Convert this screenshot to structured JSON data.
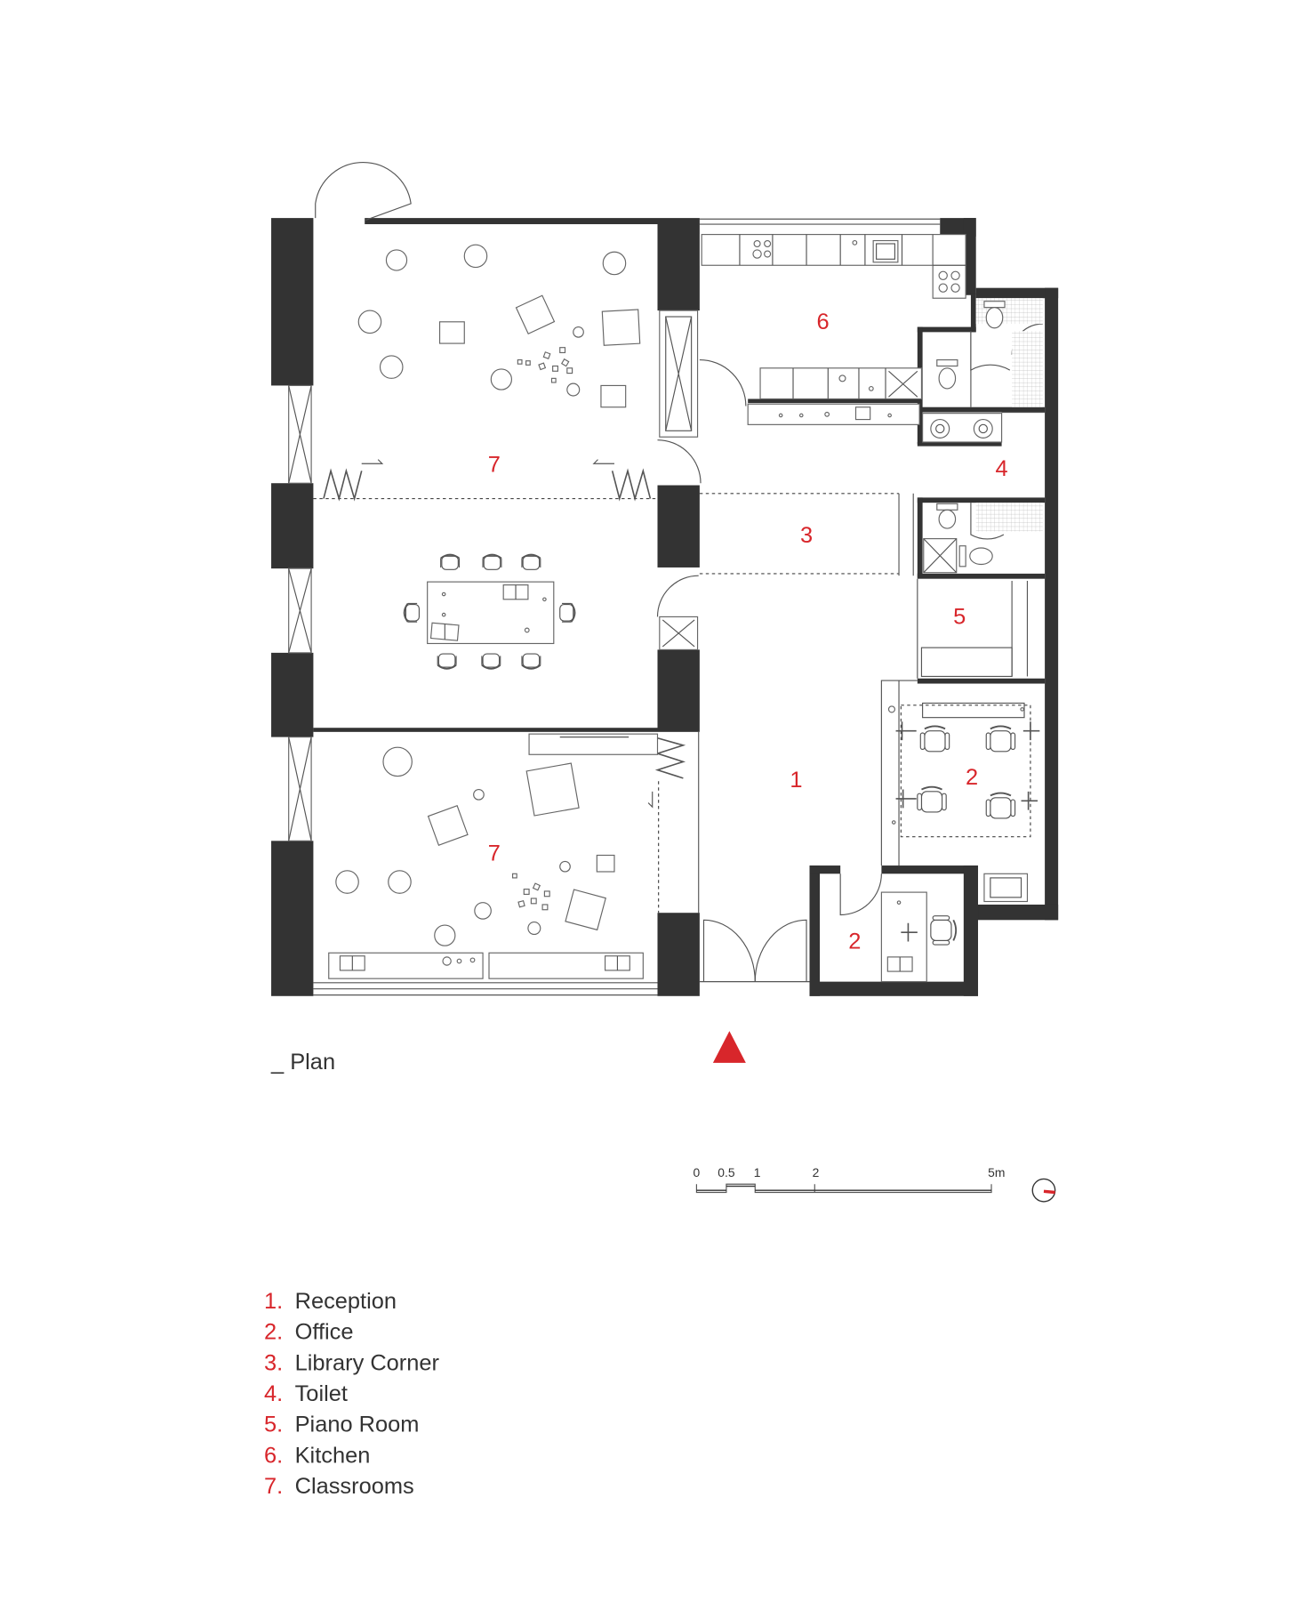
{
  "plan": {
    "title": "_ Plan",
    "room_labels": {
      "classroom_top": "7",
      "kitchen": "6",
      "toilet": "4",
      "library_corner": "3",
      "piano_room": "5",
      "reception": "1",
      "office_large": "2",
      "office_small": "2",
      "classroom_bottom": "7"
    }
  },
  "scale_bar": {
    "labels": [
      "0",
      "0.5",
      "1",
      "2",
      "5m"
    ]
  },
  "legend": [
    {
      "num": "1.",
      "label": "Reception"
    },
    {
      "num": "2.",
      "label": "Office"
    },
    {
      "num": "3.",
      "label": "Library Corner"
    },
    {
      "num": "4.",
      "label": "Toilet"
    },
    {
      "num": "5.",
      "label": "Piano Room"
    },
    {
      "num": "6.",
      "label": "Kitchen"
    },
    {
      "num": "7.",
      "label": "Classrooms"
    }
  ],
  "colors": {
    "accent": "#d8262b",
    "wall": "#333333",
    "line": "#555555"
  },
  "icons": {
    "entrance": "north-arrow-triangle-icon",
    "orientation": "compass-icon"
  }
}
